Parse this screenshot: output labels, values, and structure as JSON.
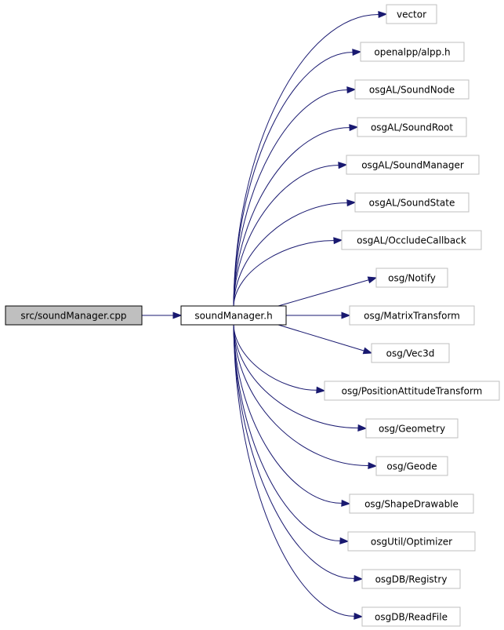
{
  "source": {
    "label": "src/soundManager.cpp",
    "fill": "#bfbfbf",
    "border": "#000000"
  },
  "center": {
    "label": "soundManager.h",
    "fill": "#ffffff",
    "border": "#000000"
  },
  "edge_color": "#191970",
  "include_border": "#bfbfbf",
  "includes": [
    {
      "label": "vector"
    },
    {
      "label": "openalpp/alpp.h"
    },
    {
      "label": "osgAL/SoundNode"
    },
    {
      "label": "osgAL/SoundRoot"
    },
    {
      "label": "osgAL/SoundManager"
    },
    {
      "label": "osgAL/SoundState"
    },
    {
      "label": "osgAL/OccludeCallback"
    },
    {
      "label": "osg/Notify"
    },
    {
      "label": "osg/MatrixTransform"
    },
    {
      "label": "osg/Vec3d"
    },
    {
      "label": "osg/PositionAttitudeTransform"
    },
    {
      "label": "osg/Geometry"
    },
    {
      "label": "osg/Geode"
    },
    {
      "label": "osg/ShapeDrawable"
    },
    {
      "label": "osgUtil/Optimizer"
    },
    {
      "label": "osgDB/Registry"
    },
    {
      "label": "osgDB/ReadFile"
    }
  ]
}
